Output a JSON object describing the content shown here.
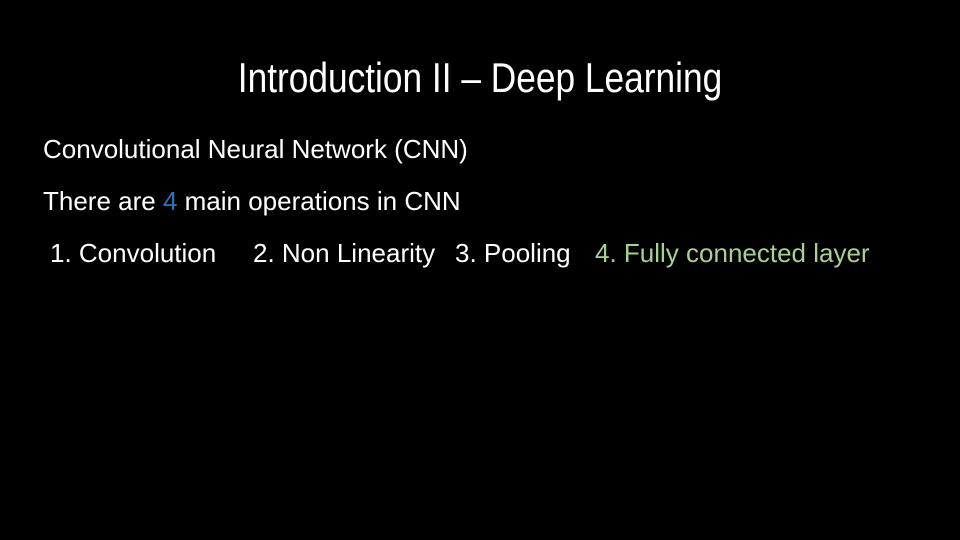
{
  "slide": {
    "title": "Introduction II – Deep Learning",
    "subtitle": "Convolutional Neural Network (CNN)",
    "statement": {
      "prefix": "There are ",
      "highlight": "4",
      "suffix": " main operations in CNN"
    },
    "operations": [
      {
        "label": "1. Convolution"
      },
      {
        "label": "2. Non Linearity"
      },
      {
        "label": "3. Pooling"
      },
      {
        "label": "4. Fully connected layer"
      }
    ],
    "colors": {
      "background": "#000000",
      "text": "#FFFFFF",
      "highlight_blue": "#2E74B5",
      "highlight_green": "#A9D18E"
    }
  }
}
